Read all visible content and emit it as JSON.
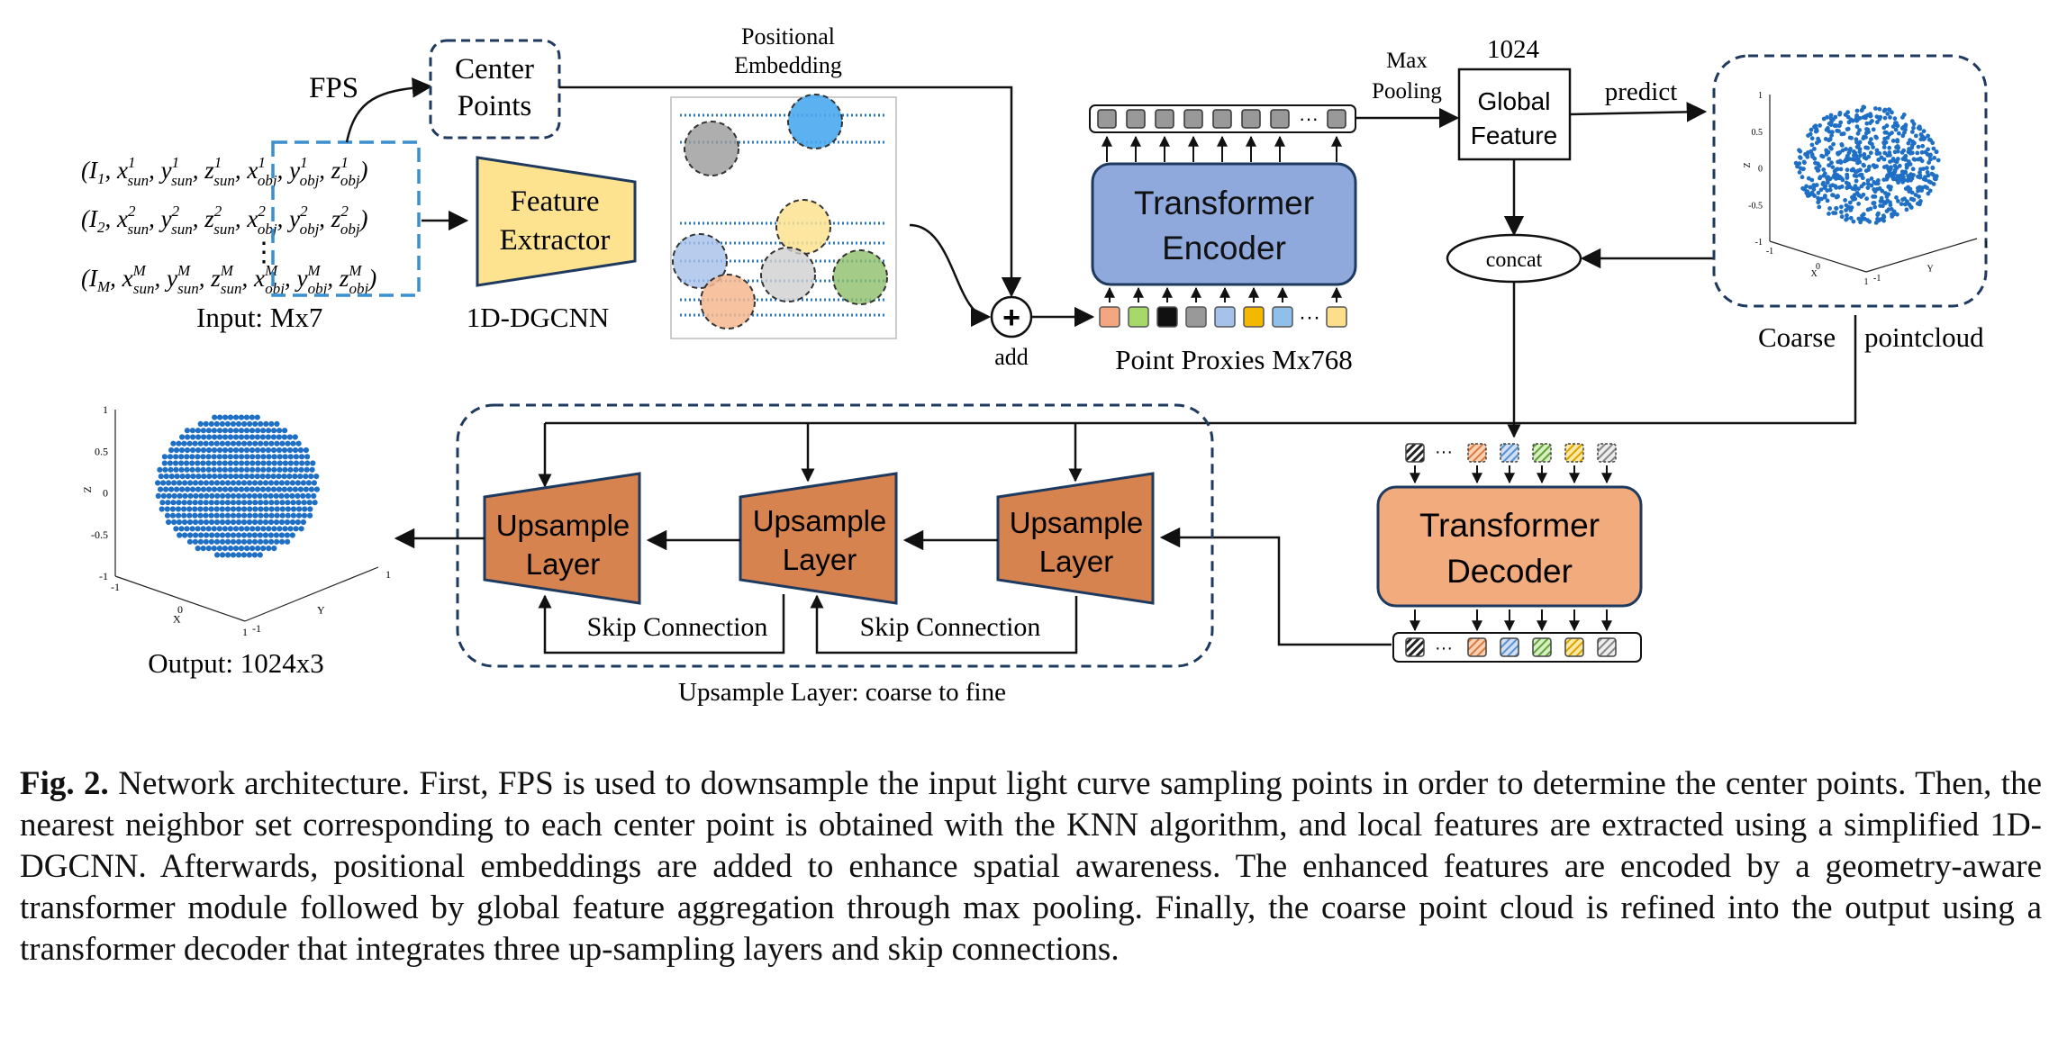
{
  "input": {
    "rows": [
      {
        "head": "(I",
        "sub1": "1",
        "mid": "x",
        "sup1": "1",
        "rest": ", y, z, x, y, z",
        "idx": "1"
      },
      {
        "idx": "2"
      },
      {
        "idx": "M"
      }
    ],
    "label": "Input: Mx7",
    "dots": "⋮"
  },
  "fps_label": "FPS",
  "center_points": {
    "line1": "Center",
    "line2": "Points"
  },
  "feature_extractor": {
    "line1": "Feature",
    "line2": "Extractor",
    "caption": "1D-DGCNN"
  },
  "positional_embedding": {
    "line1": "Positional",
    "line2": "Embedding"
  },
  "add_label": "add",
  "add_symbol": "+",
  "transformer_encoder": {
    "line1": "Transformer",
    "line2": "Encoder"
  },
  "point_proxies_label": "Point Proxies Mx768",
  "ellipsis": "···",
  "max_pooling": {
    "line1": "Max",
    "line2": "Pooling"
  },
  "global_feature": {
    "line1": "Global",
    "line2": "Feature",
    "dim": "1024"
  },
  "predict_label": "predict",
  "concat_label": "concat",
  "coarse_label": {
    "word1": "Coarse",
    "word2": "pointcloud"
  },
  "transformer_decoder": {
    "line1": "Transformer",
    "line2": "Decoder"
  },
  "upsample_layer": {
    "line1": "Upsample",
    "line2": "Layer"
  },
  "skip_connection": "Skip Connection",
  "upsample_group_label": "Upsample Layer: coarse to fine",
  "output_label": "Output: 1024x3",
  "axes": {
    "z_ticks": [
      "1",
      "0.5",
      "0",
      "-0.5",
      "-1"
    ],
    "x_label": "X",
    "y_label": "Y",
    "z_label": "Z",
    "x_ticks": [
      "-1",
      "0",
      "1"
    ],
    "y_ticks": [
      "-1",
      "1"
    ]
  },
  "caption": {
    "fig": "Fig. 2.",
    "text": "Network architecture. First, FPS is used to downsample the input light curve sampling points in order to determine the center points. Then, the nearest neighbor set corresponding to each center point is obtained with the KNN algorithm, and local features are extracted using a simplified 1D-DGCNN. Afterwards, positional embeddings are added to enhance spatial awareness. The enhanced features are encoded by a geometry-aware transformer module followed by global feature aggregation through max pooling. Finally, the coarse point cloud is refined into the output using a transformer decoder that integrates three up-sampling layers and skip connections."
  },
  "colors": {
    "encoder": "#8fa9dc",
    "decoder": "#f2ab7d",
    "upsample": "#d6834f",
    "extractor": "#fde38f",
    "dashed_blue": "#3a8fd1",
    "points": "#1f6fc4",
    "proxy_colors": [
      "#f4a582",
      "#a6d96a",
      "#111111",
      "#999999",
      "#a6c1ea",
      "#f5b800",
      "#8fc0ea",
      "#fdde8a"
    ]
  }
}
